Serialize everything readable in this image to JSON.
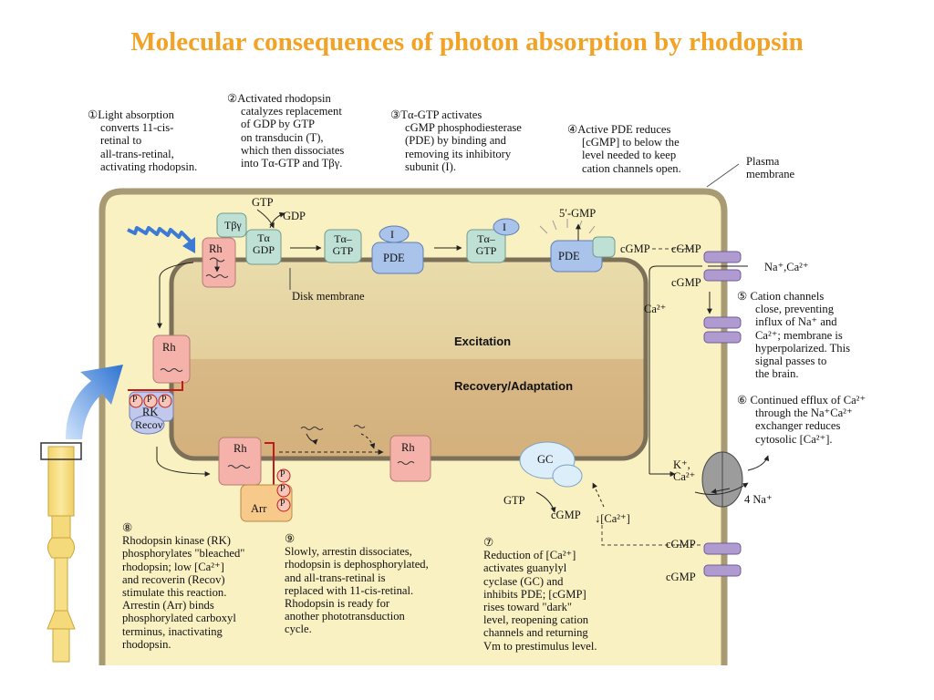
{
  "title": "Molecular consequences of photon absorption by rhodopsin",
  "colors": {
    "title": "#f2a224",
    "cell": "#faf1c2",
    "cell_border": "#a89a73",
    "disk_top": "#e8d6a3",
    "disk_bottom": "#d8b985",
    "rhodopsin": "#f4b2aa",
    "transducin": "#bfe0d4",
    "pde": "#a9c3ea",
    "arrestin": "#f7c98a",
    "rk": "#c0c9ec",
    "channel": "#b09bd0",
    "light": "#3d7ad4"
  },
  "steps": [
    {
      "lines": [
        "①Light absorption",
        "converts 11-cis-",
        "retinal to",
        "all-trans-retinal,",
        "activating rhodopsin."
      ]
    },
    {
      "lines": [
        "②Activated rhodopsin",
        "catalyzes replacement",
        "of GDP by GTP",
        "on transducin (T),",
        "which then dissociates",
        "into Tα-GTP and Tβγ."
      ]
    },
    {
      "lines": [
        "③Tα-GTP activates",
        "cGMP phosphodiesterase",
        "(PDE) by binding and",
        "removing its inhibitory",
        "subunit (I)."
      ]
    },
    {
      "lines": [
        "④Active PDE reduces",
        "[cGMP] to below the",
        "level needed to keep",
        "cation channels open."
      ]
    },
    {
      "lines": [
        "⑤ Cation channels",
        "close, preventing",
        "influx of Na⁺ and",
        "Ca²⁺; membrane is",
        "hyperpolarized. This",
        "signal passes to",
        "the brain."
      ]
    },
    {
      "lines": [
        "⑥ Continued efflux of Ca²⁺",
        "through the Na⁺Ca²⁺",
        "exchanger reduces",
        "cytosolic [Ca²⁺]."
      ]
    },
    {
      "lines": [
        "⑦",
        "Reduction of [Ca²⁺]",
        "activates guanylyl",
        "cyclase (GC) and",
        "inhibits PDE; [cGMP]",
        "rises toward \"dark\"",
        "level, reopening cation",
        "channels and returning",
        "Vm to prestimulus level."
      ]
    },
    {
      "lines": [
        "⑧",
        "Rhodopsin kinase (RK)",
        "phosphorylates \"bleached\"",
        "rhodopsin; low [Ca²⁺]",
        "and recoverin (Recov)",
        "stimulate this reaction.",
        "Arrestin (Arr) binds",
        "phosphorylated carboxyl",
        "terminus, inactivating",
        "rhodopsin."
      ]
    },
    {
      "lines": [
        "⑨",
        "Slowly, arrestin dissociates,",
        "rhodopsin is dephosphorylated,",
        "and all-trans-retinal is",
        "replaced with 11-cis-retinal.",
        "Rhodopsin is ready for",
        "another phototransduction",
        "cycle."
      ]
    }
  ],
  "labels": {
    "plasma_membrane": [
      "Plasma",
      "membrane"
    ],
    "disk_membrane": "Disk membrane",
    "excitation": "Excitation",
    "recovery": "Recovery/Adaptation",
    "gtp": "GTP",
    "gdp": "GDP",
    "t_beta_gamma": "Tβγ",
    "t_alpha_gdp": [
      "Tα",
      "GDP"
    ],
    "t_alpha_gtp": [
      "Tα–",
      "GTP"
    ],
    "t_alpha_gtp_2": [
      "Tα–",
      "GTP"
    ],
    "i_subunit": "I",
    "i_subunit_2": "I",
    "pde": "PDE",
    "pde_active": "PDE",
    "five_gmp": "5′-GMP",
    "cgmp_pde": "cGMP",
    "cgmp_top": "cGMP",
    "cgmp_below": "cGMP",
    "na_ca_in": "Na⁺,Ca²⁺",
    "ca_out": "Ca²⁺",
    "k_ca": [
      "K⁺,",
      "Ca²⁺"
    ],
    "four_na": "4 Na⁺",
    "rh_1": "Rh",
    "rh_2": "Rh",
    "rh_3": "Rh",
    "rh_4": "Rh",
    "rk": "RK",
    "recov": "Recov",
    "p": "P",
    "arr": "Arr",
    "gc": "GC",
    "gtp_gc": "GTP",
    "cgmp_gc": "cGMP",
    "ca_gc": "↓[Ca²⁺]",
    "cgmp_bottom_1": "cGMP",
    "cgmp_bottom_2": "cGMP"
  }
}
